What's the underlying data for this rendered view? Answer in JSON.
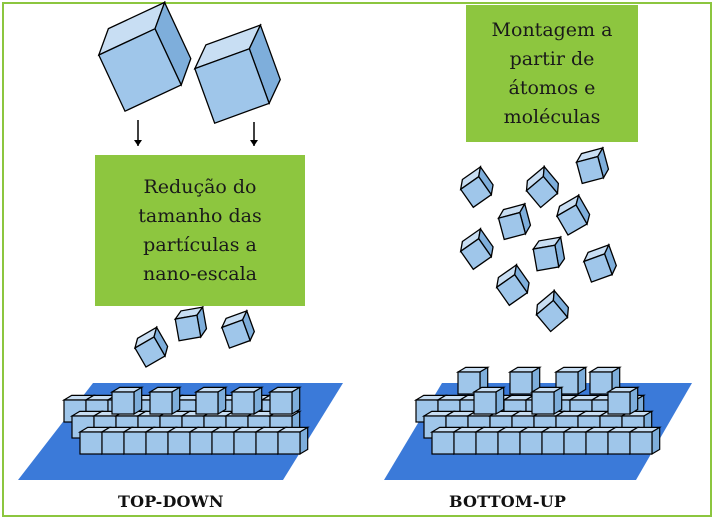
{
  "diagram": {
    "left_box_text": "Redução do\ntamanho das\npartículas a\nnano-escala",
    "right_box_text": "Montagem a\npartir de\nátomos e\nmoléculas",
    "left_caption": "TOP-DOWN",
    "right_caption": "BOTTOM-UP"
  },
  "colors": {
    "frame": "#8cc63f",
    "label_box": "#8dc63f",
    "cube_face": "#9fc6ea",
    "substrate": "#3b7ad9"
  }
}
